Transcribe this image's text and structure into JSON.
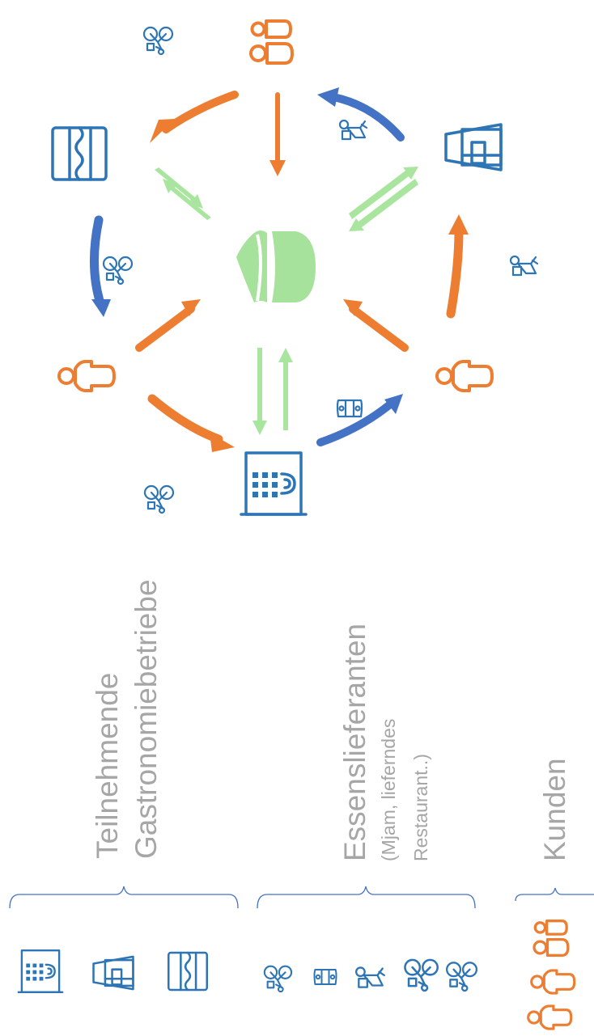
{
  "legend": {
    "gastro_title": "Teilnehmende",
    "gastro_title2": "Gastronomiebetriebe",
    "supplier_title": "Essenslieferanten",
    "supplier_sub1": "(Mjam, lieferndes",
    "supplier_sub2": "Restaurant..)",
    "customers_title": "Kunden"
  },
  "colors": {
    "orange_flow": "#ED7D31",
    "blue_flow": "#4472C4",
    "green_flow": "#A9E59F",
    "logo": "#A6E29C",
    "icon_blue": "#2E75B6",
    "label_gray": "#A6A6A6"
  },
  "icons": {
    "customer": "person-icon",
    "customer_group": "people-group-icon",
    "restaurant": "store-awning-icon",
    "bakery": "shop-counter-icon",
    "hotel": "building-door-icon",
    "bicycle": "bicycle-courier-icon",
    "car": "car-icon",
    "delivery_person": "delivery-person-icon",
    "center": "platform-logo-icon"
  }
}
